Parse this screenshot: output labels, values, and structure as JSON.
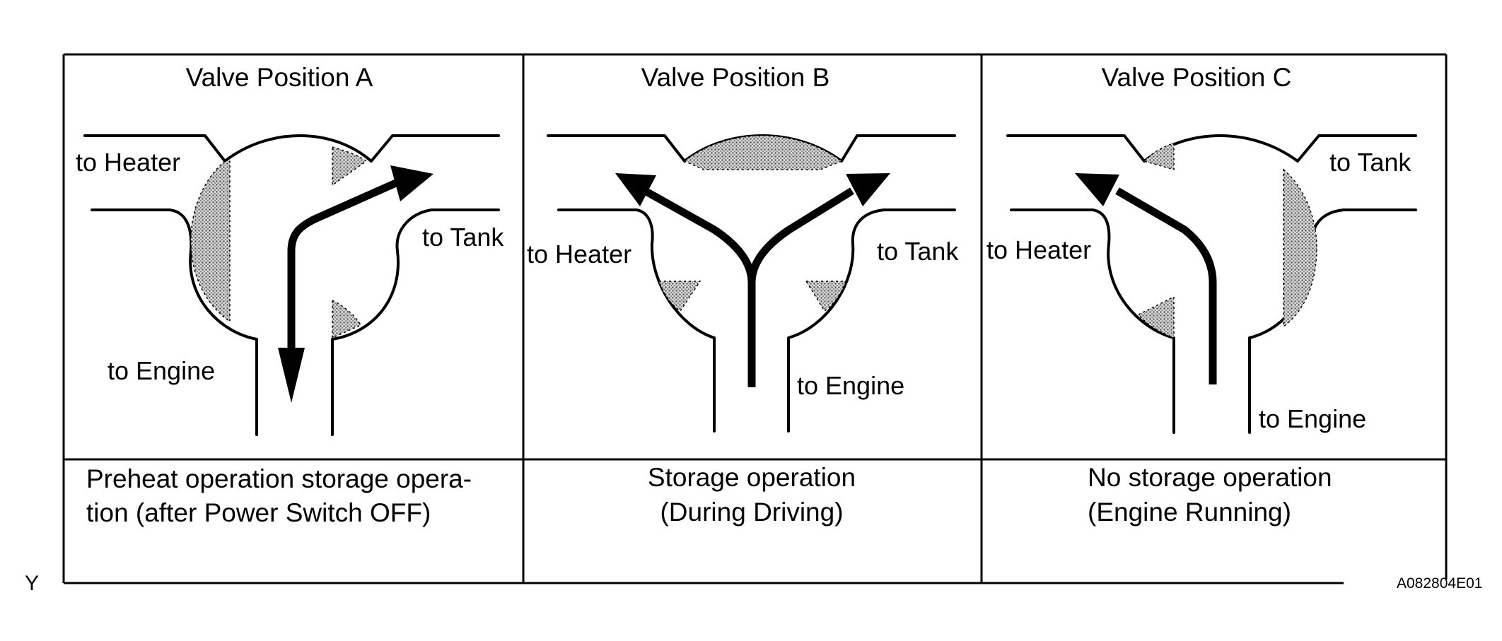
{
  "corner_letter": "Y",
  "figure_code": "A082804E01",
  "panels": [
    {
      "title": "Valve Position A",
      "labels": {
        "heater": "to Heater",
        "tank": "to Tank",
        "engine": "to Engine"
      },
      "description": [
        "Preheat operation storage opera-",
        "tion (after Power Switch OFF)"
      ]
    },
    {
      "title": "Valve Position B",
      "labels": {
        "heater": "to Heater",
        "tank": "to Tank",
        "engine": "to Engine"
      },
      "description": [
        "Storage operation",
        "(During Driving)"
      ]
    },
    {
      "title": "Valve Position C",
      "labels": {
        "heater": "to Heater",
        "tank": "to Tank",
        "engine": "to Engine"
      },
      "description": [
        "No storage operation",
        "(Engine Running)"
      ]
    }
  ],
  "colors": {
    "line": "#000000",
    "seal_fill": "#b8b8b8",
    "background": "#ffffff"
  }
}
